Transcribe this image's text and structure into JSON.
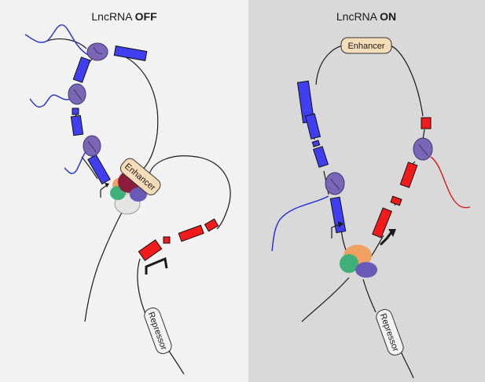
{
  "panels": {
    "left": {
      "title_prefix": "LncRNA ",
      "title_state": "OFF",
      "background": "#f2f2f2",
      "enhancer_label": "Enhancer",
      "repressor_label": "Repressor"
    },
    "right": {
      "title_prefix": "LncRNA ",
      "title_state": "ON",
      "background": "#d9d9d9",
      "enhancer_label": "Enhancer",
      "repressor_label": "Repressor"
    }
  },
  "colors": {
    "lncrna_exon": "#3f3ff0",
    "repressor_exon": "#f21a1a",
    "lncrna_transcript": "#1c2fd6",
    "repressor_transcript": "#e01a1a",
    "ribosome": "#7a66b4",
    "enhancer_box": "#f5dcb8"
  }
}
